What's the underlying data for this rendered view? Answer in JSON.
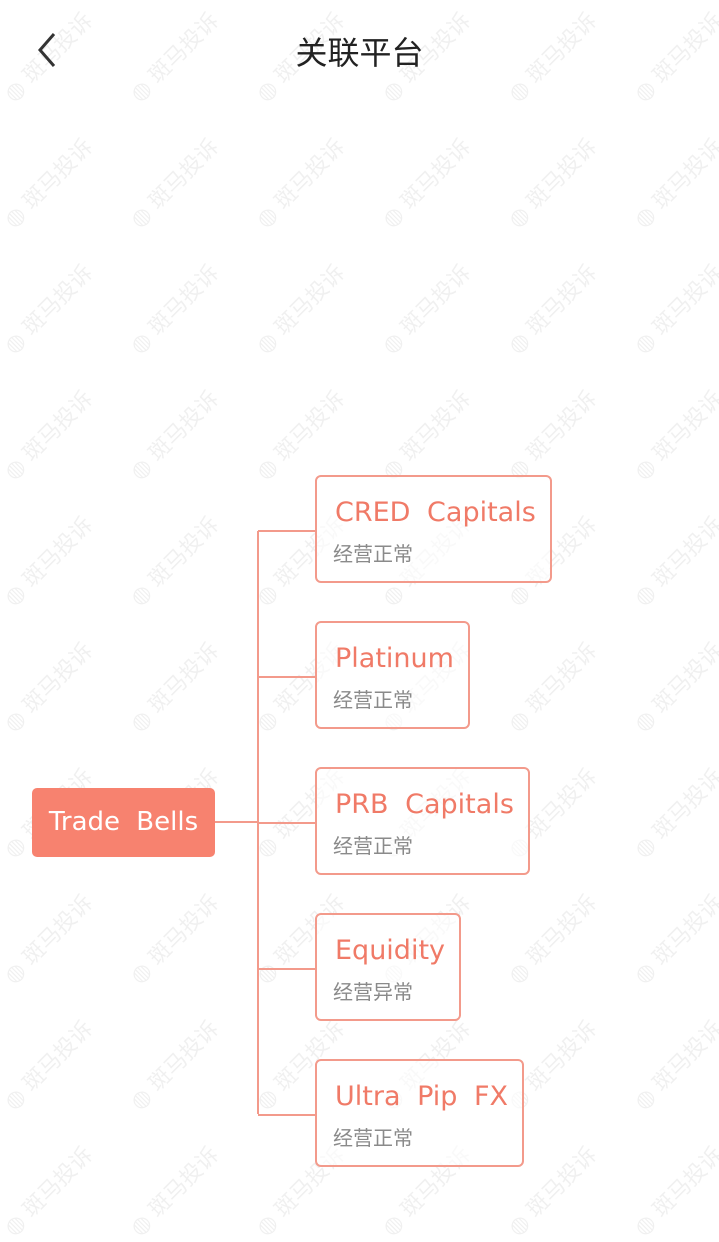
{
  "header": {
    "title": "关联平台",
    "back_icon": "chevron-left-icon"
  },
  "watermark": "斑马投诉",
  "root": {
    "label": "Trade Bells"
  },
  "platforms": [
    {
      "name": "CRED Capitals",
      "status": "经营正常"
    },
    {
      "name": "Platinum",
      "status": "经营正常"
    },
    {
      "name": "PRB Capitals",
      "status": "经营正常"
    },
    {
      "name": "Equidity",
      "status": "经营异常"
    },
    {
      "name": "Ultra Pip FX",
      "status": "经营正常"
    }
  ],
  "colors": {
    "accent": "#f7826f",
    "line": "#f39a8b",
    "status": "#8a8a8a"
  }
}
